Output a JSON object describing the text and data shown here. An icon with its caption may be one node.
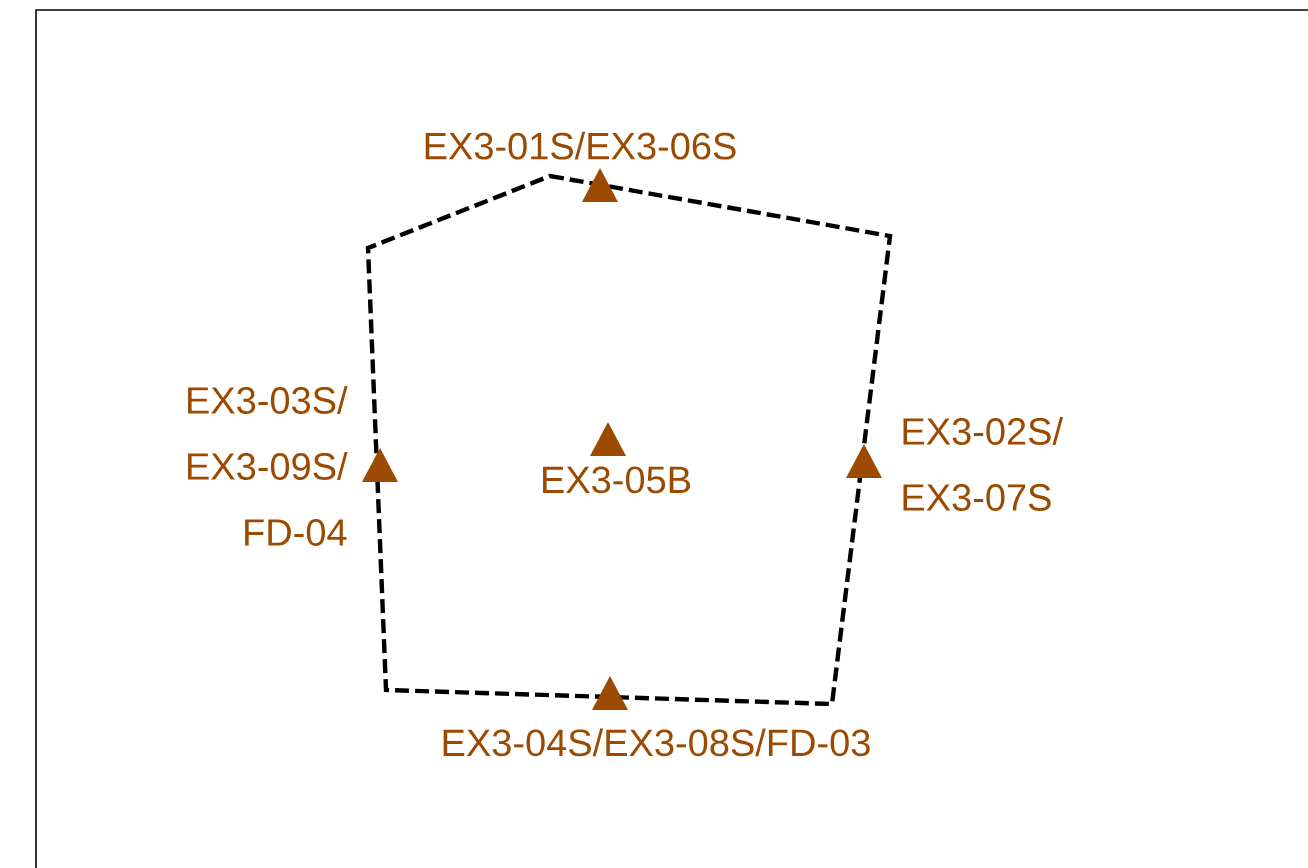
{
  "diagram": {
    "labels": [
      "EX3-01S/EX3-06S",
      "EX3-03S/ EX3-09S/ FD-04",
      "EX3-05B",
      "EX3-02S/ EX3-07S",
      "EX3-04S/EX3-08S/FD-03"
    ]
  }
}
